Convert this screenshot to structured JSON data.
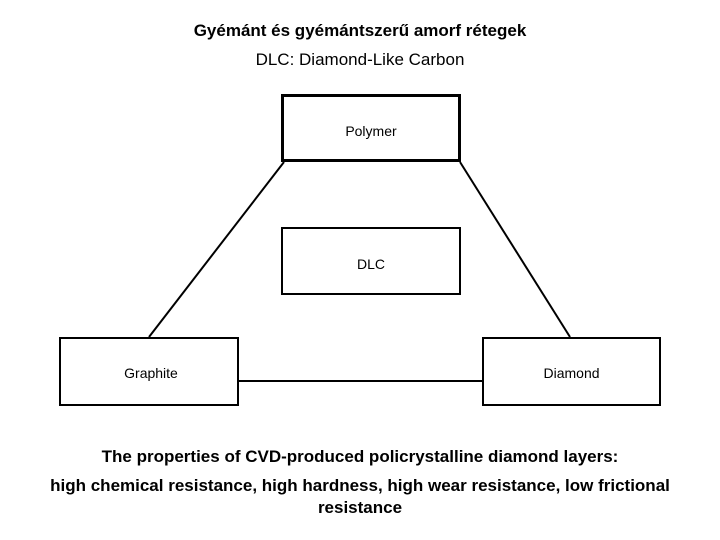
{
  "header": {
    "title": "Gyémánt és gyémántszerű amorf rétegek",
    "subtitle": "DLC: Diamond-Like Carbon"
  },
  "diagram": {
    "nodes": {
      "polymer": "Polymer",
      "dlc": "DLC",
      "graphite": "Graphite",
      "diamond": "Diamond"
    }
  },
  "properties": {
    "title": "The properties of  CVD-produced policrystalline diamond layers:",
    "text": "high chemical resistance, high hardness, high wear resistance, low frictional resistance"
  }
}
